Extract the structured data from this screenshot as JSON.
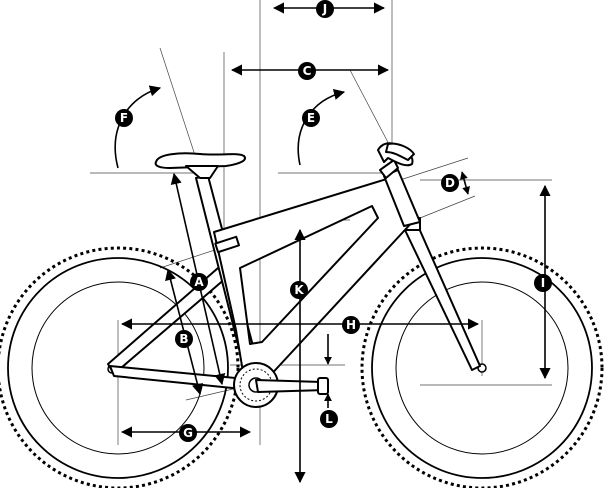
{
  "diagram": {
    "type": "bicycle-geometry",
    "labels": {
      "A": "A",
      "B": "B",
      "C": "C",
      "D": "D",
      "E": "E",
      "F": "F",
      "G": "G",
      "H": "H",
      "I": "I",
      "J": "J",
      "K": "K",
      "L": "L"
    },
    "colors": {
      "line": "#000000",
      "reference_line": "#444444",
      "background": "#ffffff",
      "badge_fill": "#000000",
      "badge_text": "#ffffff"
    }
  }
}
